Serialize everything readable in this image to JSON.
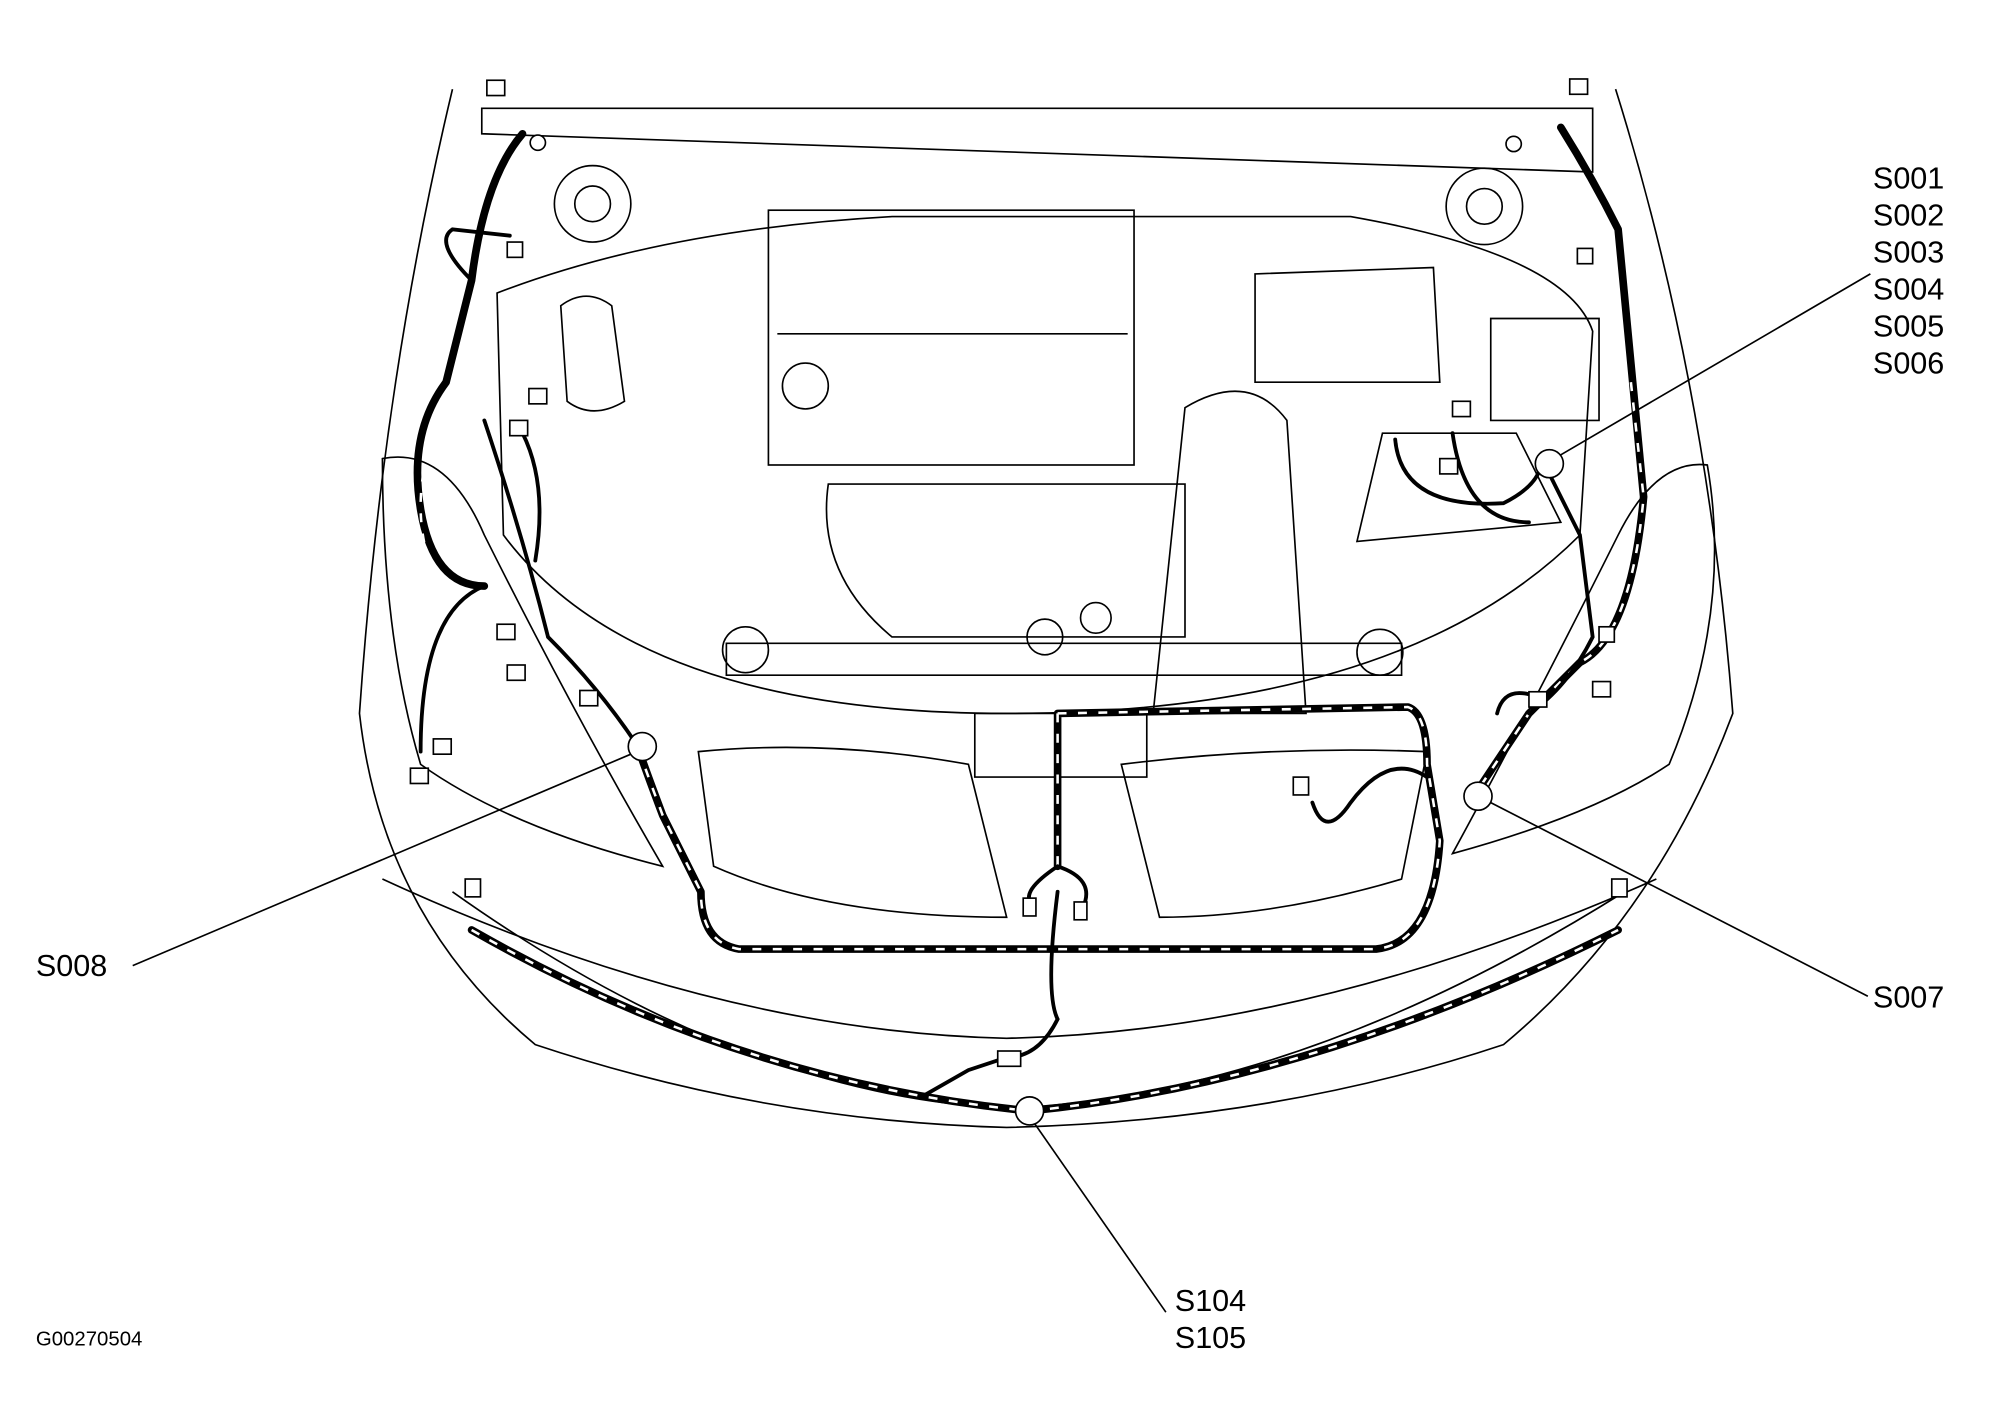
{
  "splice_labels": {
    "top_right": [
      "S001",
      "S002",
      "S003",
      "S004",
      "S005",
      "S006"
    ],
    "left": "S008",
    "right": "S007",
    "bottom": [
      "S104",
      "S105"
    ]
  },
  "figure_code": "G00270504",
  "colors": {
    "line": "#000000",
    "background": "#ffffff"
  }
}
